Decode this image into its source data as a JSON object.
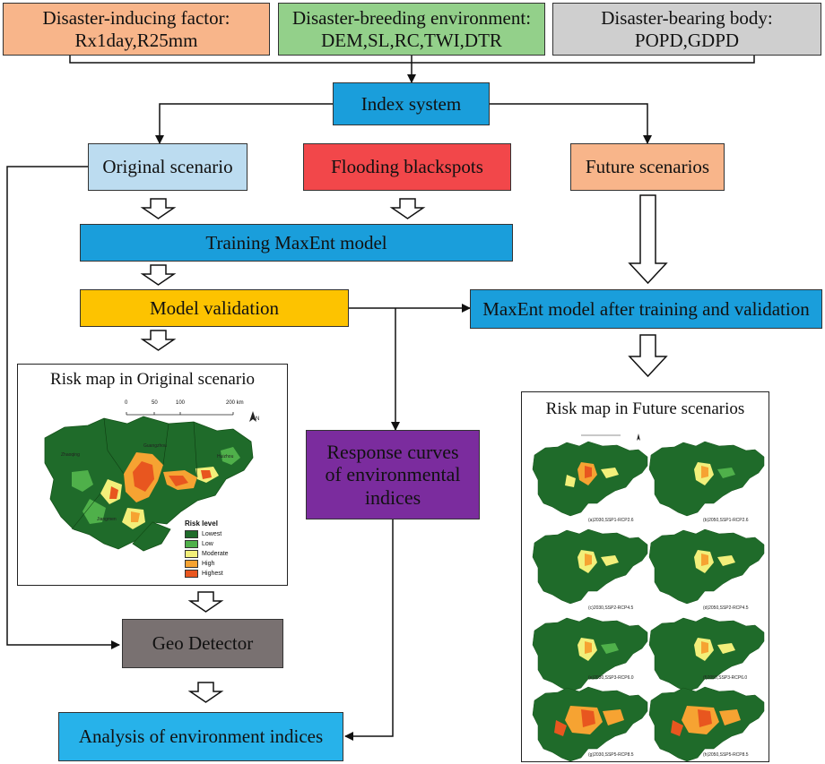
{
  "boxes": {
    "inducing_line1": "Disaster-inducing factor:",
    "inducing_line2": "Rx1day,R25mm",
    "breeding_line1": "Disaster-breeding environment:",
    "breeding_line2": "DEM,SL,RC,TWI,DTR",
    "bearing_line1": "Disaster-bearing body:",
    "bearing_line2": "POPD,GDPD",
    "index_system": "Index system",
    "original_scenario": "Original scenario",
    "flooding_blackspots": "Flooding blackspots",
    "future_scenarios": "Future scenarios",
    "training": "Training MaxEnt model",
    "validation": "Model validation",
    "maxent_after": "MaxEnt model after training and validation",
    "response_line1": "Response curves",
    "response_line2": "of environmental",
    "response_line3": "indices",
    "geo_detector": "Geo Detector",
    "analysis": "Analysis of environment indices"
  },
  "original_map": {
    "title": "Risk map in Original scenario",
    "scale_ticks": [
      "0",
      "50",
      "100",
      "200 km"
    ],
    "north": "N",
    "place_labels": [
      "Zhaoqing",
      "Guangzhou",
      "Huizhou",
      "Jiangmen"
    ],
    "legend_title": "Risk level",
    "legend": [
      {
        "label": "Lowest",
        "color": "#1f6b2a"
      },
      {
        "label": "Low",
        "color": "#4fb04a"
      },
      {
        "label": "Moderate",
        "color": "#f2ef7a"
      },
      {
        "label": "High",
        "color": "#f6a332"
      },
      {
        "label": "Highest",
        "color": "#e8561f"
      }
    ]
  },
  "future_map": {
    "title": "Risk map in Future scenarios",
    "captions": [
      "(a)2030,SSP1-RCP2.6",
      "(b)2050,SSP1-RCP2.6",
      "(c)2030,SSP2-RCP4.5",
      "(d)2050,SSP2-RCP4.5",
      "(e)2030,SSP3-RCP6.0",
      "(f)2050,SSP3-RCP6.0",
      "(g)2030,SSP5-RCP8.5",
      "(h)2050,SSP5-RCP8.5"
    ]
  },
  "colors": {
    "inducing": "#f8b58a",
    "breeding": "#93d08a",
    "bearing": "#cfcfcf",
    "blue": "#1a9edb",
    "light_blue": "#bcdcf0",
    "red": "#f2474a",
    "peach": "#f8b58a",
    "gold": "#fdc300",
    "purple": "#7b2c9e",
    "gray": "#797171",
    "cyan": "#27b2ea"
  }
}
